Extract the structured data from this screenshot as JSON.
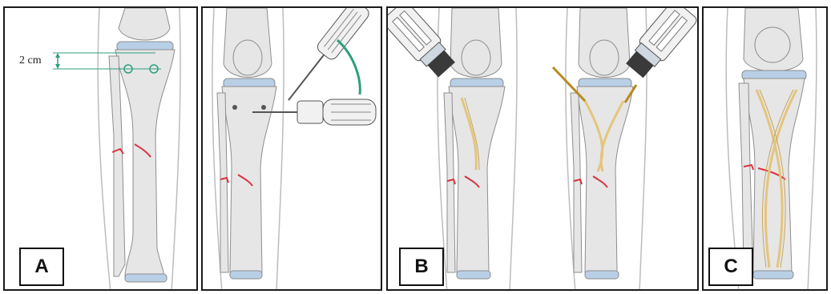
{
  "panels": [
    {
      "label": "A",
      "measurement": "2 cm"
    },
    {
      "label": ""
    },
    {
      "label": "B"
    },
    {
      "label": "C"
    }
  ],
  "colors": {
    "bone_fill": "#e6e6e6",
    "bone_outline": "#8e8e8e",
    "cartilage": "#b8cfe6",
    "fracture": "#d9343f",
    "nail": "#e4c57e",
    "measure_line": "#2f9e7e",
    "arrow": "#2f9e7e",
    "wire": "#b88a1c",
    "tool_fill": "#f1f1f1",
    "tool_dark": "#3a3a3a"
  }
}
